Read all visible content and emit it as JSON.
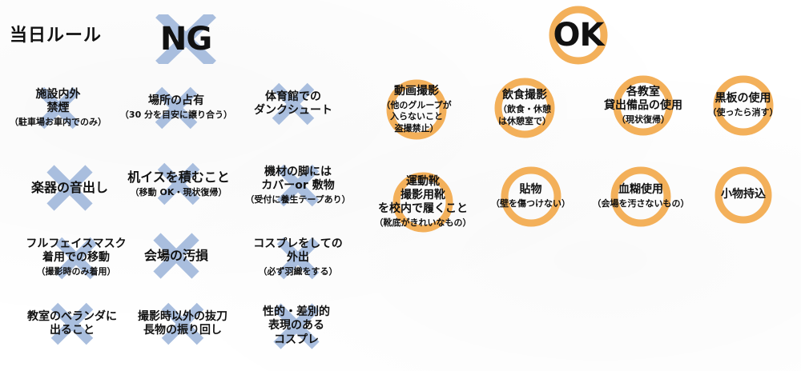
{
  "title": "当日ルール",
  "ng_header": "NG",
  "ok_header": "OK",
  "colors": {
    "ng_mark": "#a9bede",
    "ok_mark": "#f3b05a",
    "text": "#111111"
  },
  "ng_rules": [
    {
      "id": "no-smoking",
      "main": "施設内外\n禁煙",
      "note": "（駐車場お車内でのみ）"
    },
    {
      "id": "seat-holding",
      "main": "場所の占有",
      "note": "（30 分を目安に譲り合う）"
    },
    {
      "id": "gym-dunk",
      "main": "体育館での\nダンクシュート",
      "note": ""
    },
    {
      "id": "instrument",
      "main": "楽器の音出し",
      "note": ""
    },
    {
      "id": "stack-desks",
      "main": "机イスを積むこと",
      "note": "（移動 OK・現状復帰）"
    },
    {
      "id": "equipment-legs",
      "main": "機材の脚には\nカバーor 敷物",
      "note": "（受付に養生テープあり）"
    },
    {
      "id": "full-face-mask",
      "main": "フルフェイスマスク\n着用での移動",
      "note": "（撮影時のみ着用）"
    },
    {
      "id": "venue-damage",
      "main": "会場の汚損",
      "note": ""
    },
    {
      "id": "outing-cosplay",
      "main": "コスプレをしての\n外出",
      "note": "（必ず羽織をする）"
    },
    {
      "id": "veranda",
      "main": "教室のベランダに\n出ること",
      "note": ""
    },
    {
      "id": "sword-draw",
      "main": "撮影時以外の抜刀\n長物の振り回し",
      "note": ""
    },
    {
      "id": "sexual-cosplay",
      "main": "性的・差別的\n表現のある\nコスプレ",
      "note": ""
    }
  ],
  "ok_rules": [
    {
      "id": "video",
      "main": "動画撮影",
      "note": "（他のグループが\n入らないこと\n盗撮禁止）"
    },
    {
      "id": "food-shoot",
      "main": "飲食撮影",
      "note": "（飲食・休憩\nは休憩室で）"
    },
    {
      "id": "classroom",
      "main": "各教室\n貸出備品の使用",
      "note": "（現状復帰）"
    },
    {
      "id": "blackboard",
      "main": "黒板の使用",
      "note": "（使ったら消す）"
    },
    {
      "id": "sneakers",
      "main": "運動靴\n撮影用靴\nを校内で履くこと",
      "note": "（靴底がきれいなもの）"
    },
    {
      "id": "stickers",
      "main": "貼物",
      "note": "（壁を傷つけない）"
    },
    {
      "id": "fake-blood",
      "main": "血糊使用",
      "note": "（会場を汚さないもの）"
    },
    {
      "id": "small-props",
      "main": "小物持込",
      "note": ""
    }
  ]
}
